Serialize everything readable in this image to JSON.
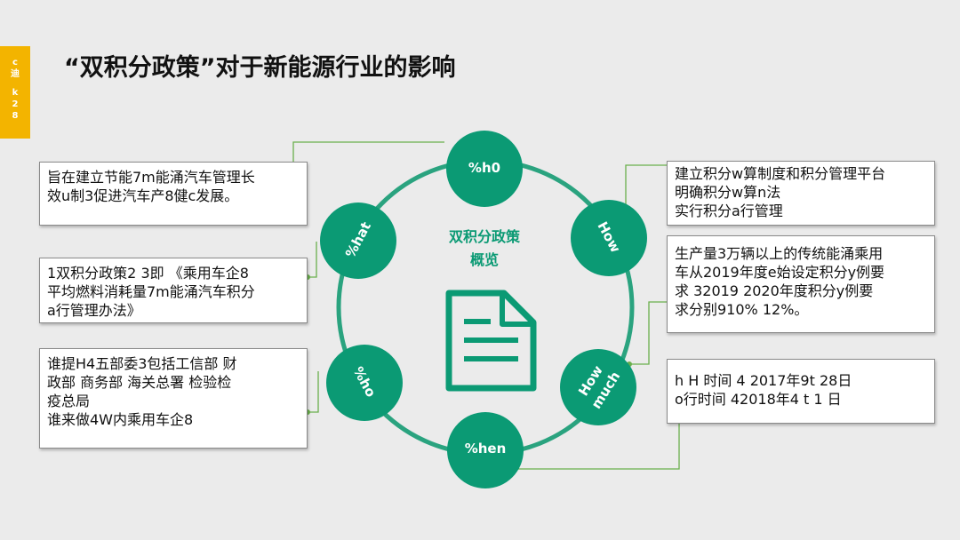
{
  "sidebar_tab": {
    "line1": "c",
    "line2": "迪",
    "line3": "k",
    "line4": "2",
    "line5": "8"
  },
  "title": "“双积分政策”对于新能源行业的影响",
  "center": {
    "line1": "双积分政策",
    "line2": "概览"
  },
  "circles": {
    "top": "%h0",
    "upper_left": "%hat",
    "upper_right": "How",
    "lower_left": "%ho",
    "lower_right_line1": "How",
    "lower_right_line2": "much",
    "bottom": "%hen"
  },
  "boxes": {
    "purpose": {
      "lines": [
        "旨在建立节能7m能涌汽车管理长",
        "效u制3促进汽车产8健c发展。"
      ]
    },
    "policy": {
      "lines": [
        "1双积分政策2 3即 《乘用车企8",
        "平均燃料消耗量7m能涌汽车积分",
        "a行管理办法》"
      ]
    },
    "who": {
      "lines": [
        "谁提H4五部委3包括工信部 财",
        "政部 商务部 海关总署 检验检",
        "疫总局",
        "谁来做4W内乘用车企8"
      ]
    },
    "how": {
      "lines": [
        "建立积分w算制度和积分管理平台",
        "明确积分w算n法",
        "实行积分a行管理"
      ]
    },
    "how_much": {
      "lines": [
        "生产量3万辆以上的传统能涌乘用",
        "车从2019年度e始设定积分y例要",
        "求 32019  2020年度积分y例要",
        "求分别910%  12%。"
      ]
    },
    "when": {
      "lines": [
        "h H 时间 4 2017年9t   28日",
        "o行时间 42018年4 t 1 日"
      ]
    }
  },
  "colors": {
    "accent": "#0b9a74",
    "ring": "#2aa37f",
    "connector": "#6ab04c",
    "tab": "#f3b400"
  }
}
